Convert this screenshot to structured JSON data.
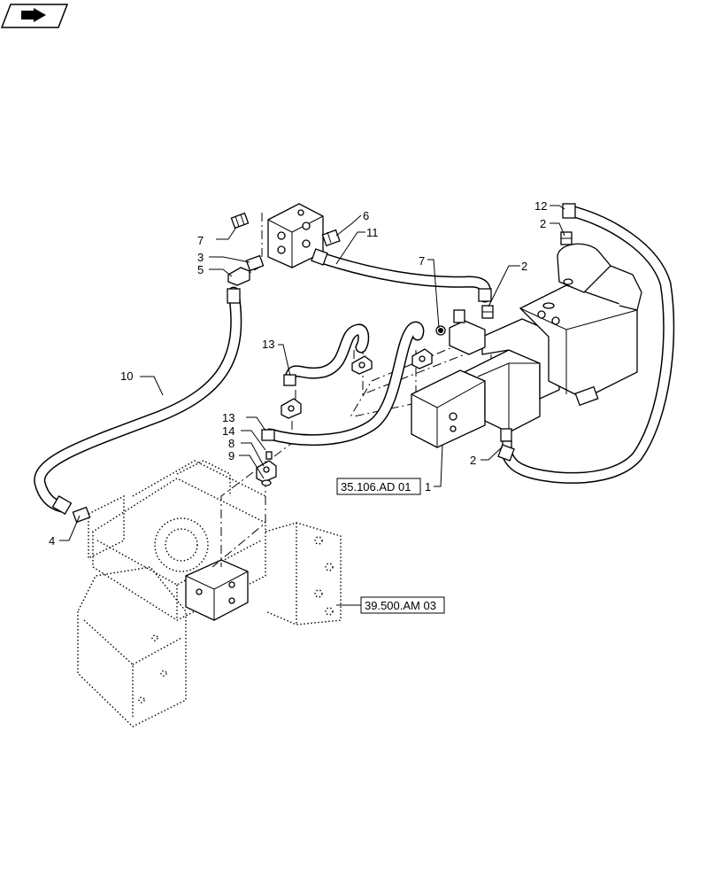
{
  "callouts": {
    "c1": "1",
    "c2a": "2",
    "c2b": "2",
    "c2c": "2",
    "c3": "3",
    "c4": "4",
    "c5": "5",
    "c6": "6",
    "c7a": "7",
    "c7b": "7",
    "c8": "8",
    "c9": "9",
    "c10": "10",
    "c11": "11",
    "c12": "12",
    "c13a": "13",
    "c13b": "13",
    "c14": "14"
  },
  "references": {
    "ref1": "35.106.AD 01",
    "ref2": "39.500.AM 03"
  },
  "icons": {
    "corner_badge": "book-arrow-icon"
  }
}
